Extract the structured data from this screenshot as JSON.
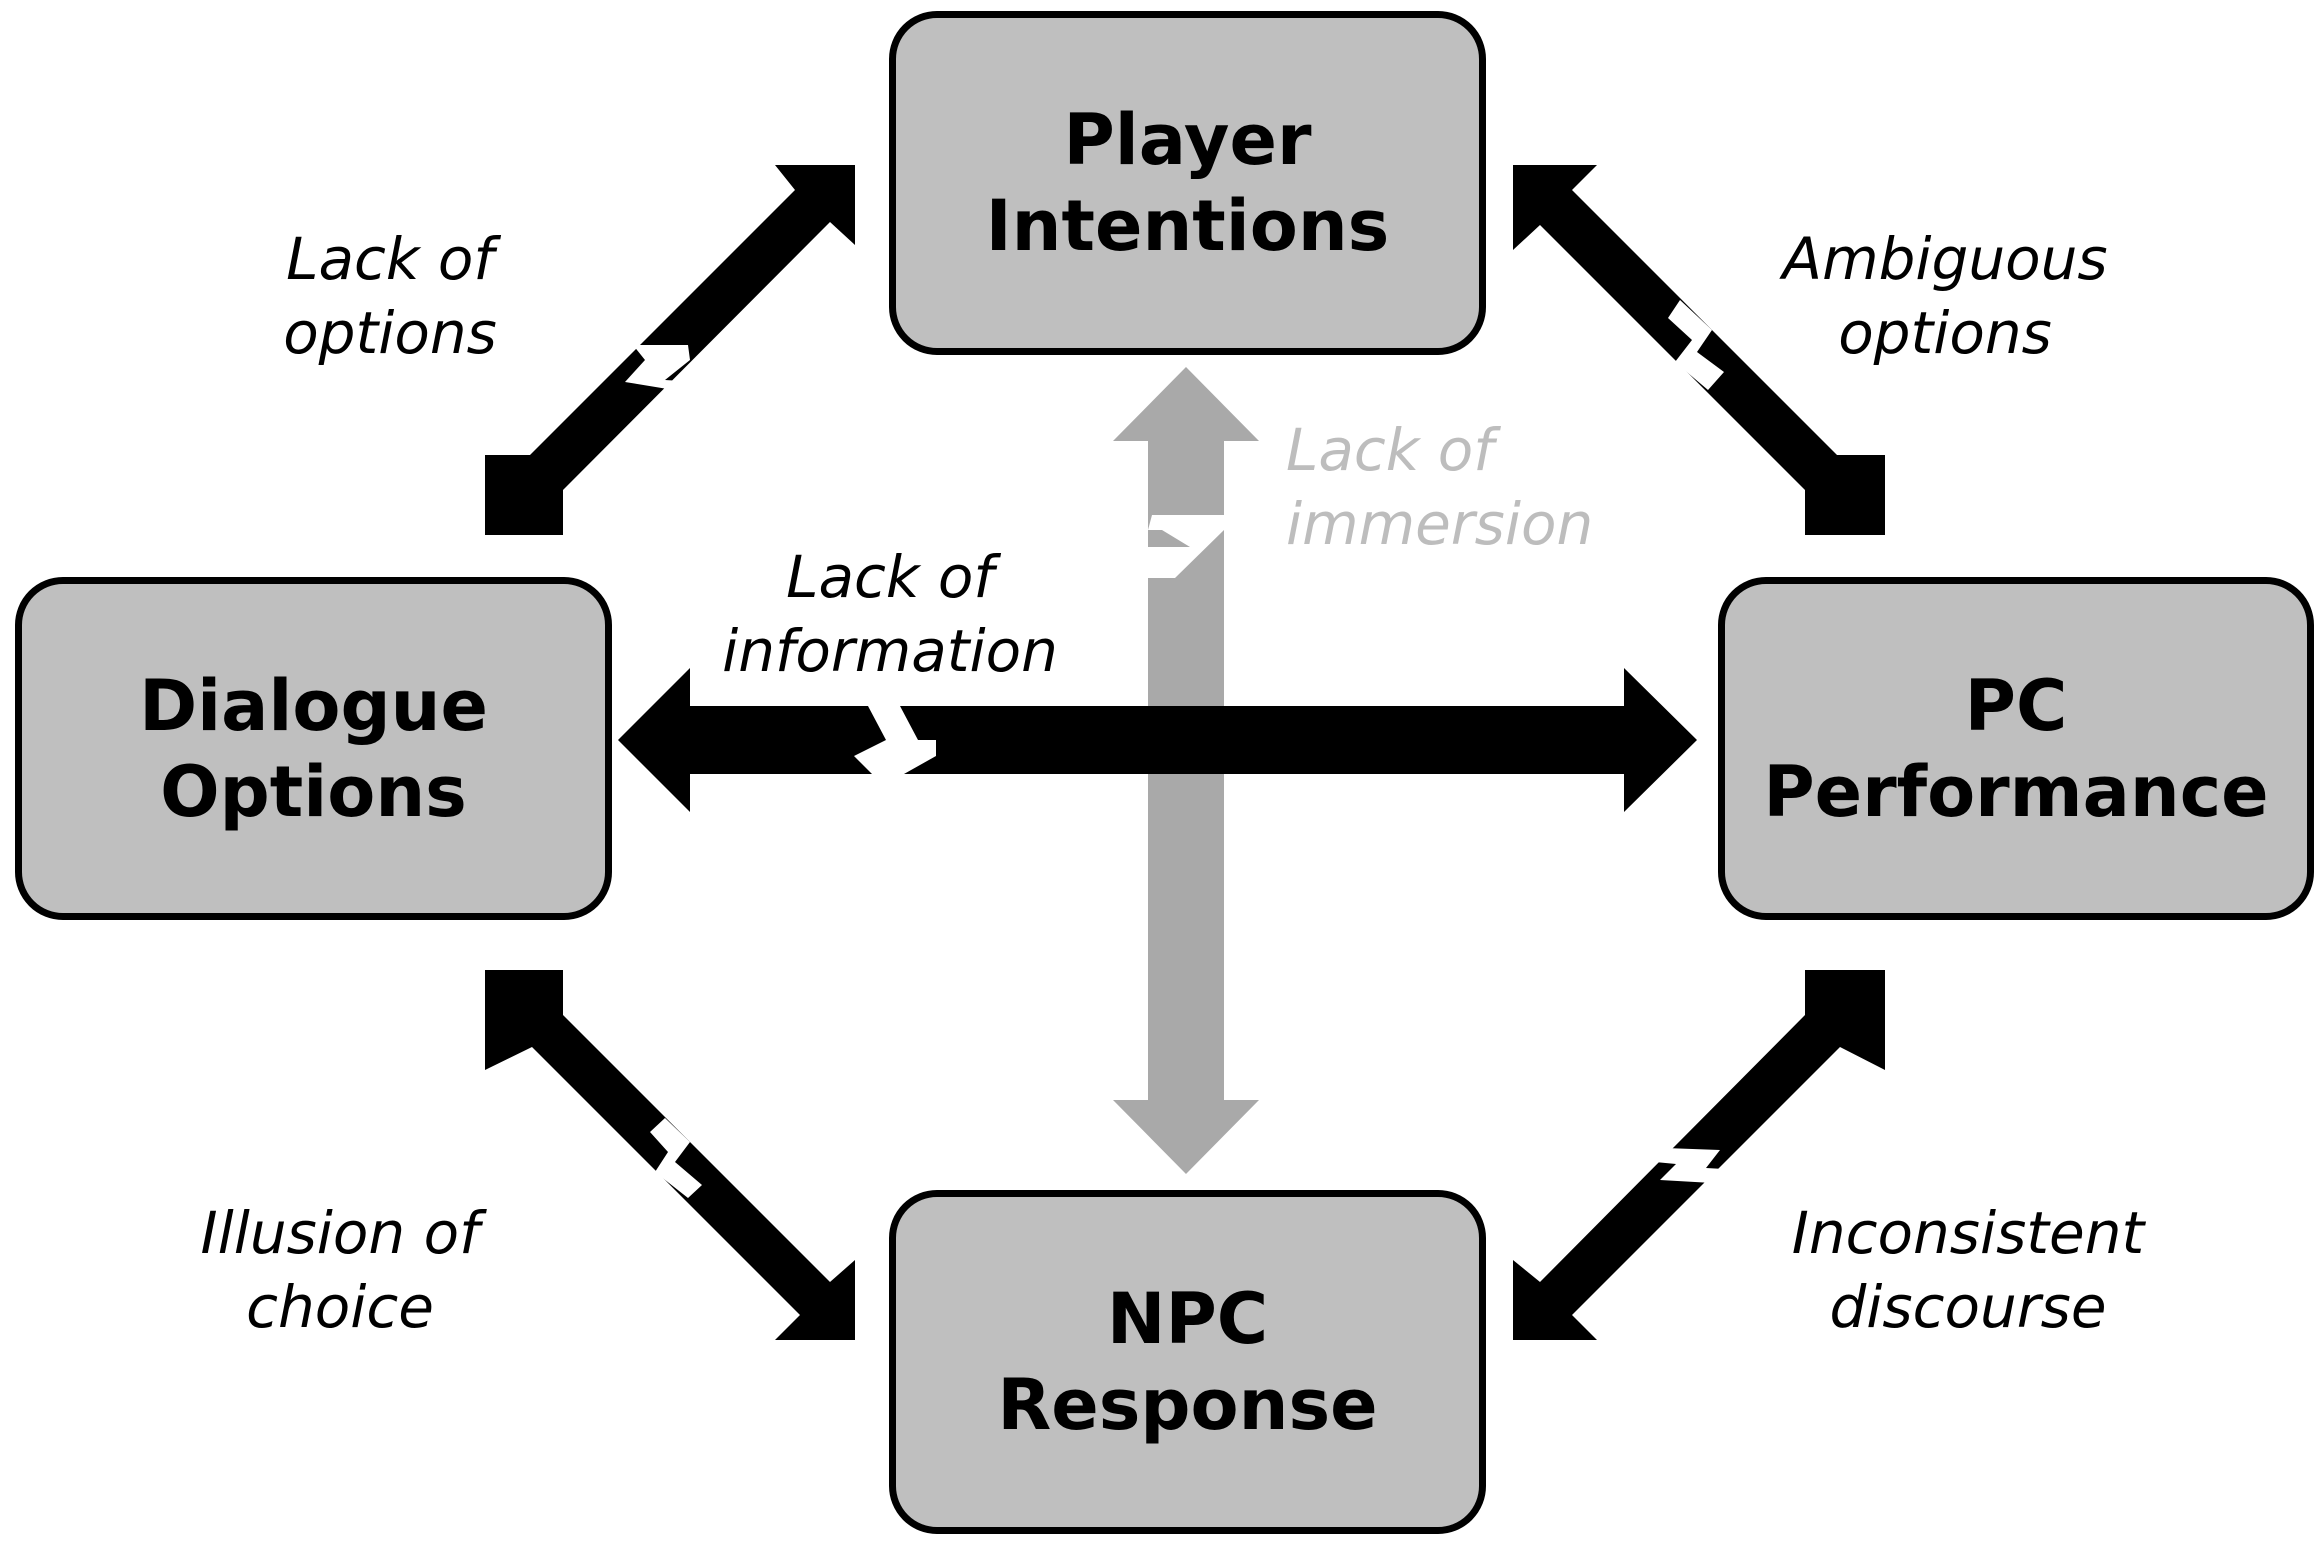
{
  "nodes": {
    "player_intentions": [
      "Player",
      "Intentions"
    ],
    "dialogue_options": [
      "Dialogue",
      "Options"
    ],
    "pc_performance": [
      "PC",
      "Performance"
    ],
    "npc_response": [
      "NPC",
      "Response"
    ]
  },
  "issues": {
    "lack_of_options": [
      "Lack of",
      "options"
    ],
    "ambiguous_options": [
      "Ambiguous",
      "options"
    ],
    "lack_of_immersion": [
      "Lack of",
      "immersion"
    ],
    "lack_of_information": [
      "Lack of",
      "information"
    ],
    "illusion_of_choice": [
      "Illusion of",
      "choice"
    ],
    "inconsistent_discourse": [
      "Inconsistent",
      "discourse"
    ]
  },
  "colors": {
    "box_fill": "#bfbfbf",
    "arrow_black": "#000000",
    "arrow_gray": "#a9a9a9",
    "gray_label": "#bdbdbd"
  }
}
